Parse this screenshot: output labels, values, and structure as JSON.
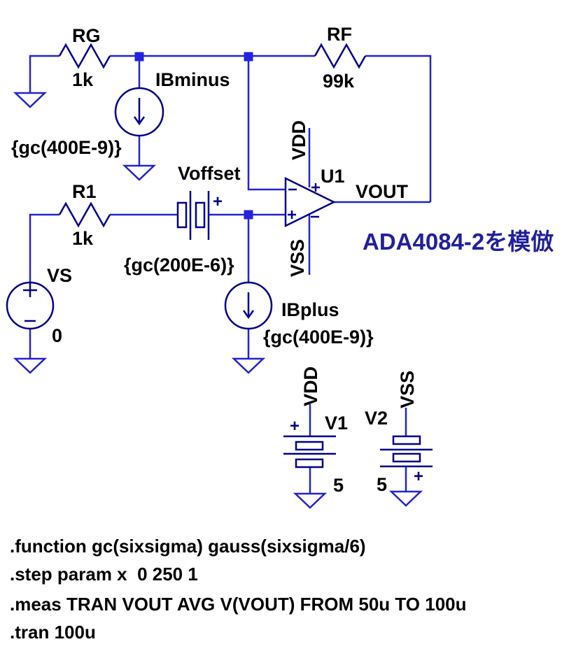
{
  "colors": {
    "wire": "#2323cf",
    "symbol": "#00008b",
    "junction": "#2323e0",
    "label_text": "#000000",
    "annotation_text": "#20209e",
    "background": "#ffffff"
  },
  "components": {
    "rg": {
      "name": "RG",
      "value": "1k"
    },
    "rf": {
      "name": "RF",
      "value": "99k"
    },
    "r1": {
      "name": "R1",
      "value": "1k"
    },
    "ibminus": {
      "name": "IBminus",
      "value": "{gc(400E-9)}"
    },
    "ibplus": {
      "name": "IBplus",
      "value": "{gc(400E-9)}"
    },
    "voffset": {
      "name": "Voffset",
      "value": "{gc(200E-6)}",
      "polarity": "+"
    },
    "vs": {
      "name": "VS",
      "value": "0"
    },
    "v1": {
      "name": "V1",
      "value": "5",
      "polarity": "+",
      "net": "VDD"
    },
    "v2": {
      "name": "V2",
      "value": "5",
      "polarity": "+",
      "net": "VSS"
    },
    "opamp": {
      "designator": "U1",
      "output_net": "VOUT",
      "vdd_net": "VDD",
      "vss_net": "VSS"
    }
  },
  "annotation": {
    "text": "ADA4084-2を模倣"
  },
  "directives": [
    ".function gc(sixsigma) gauss(sixsigma/6)",
    ".step param x  0 250 1",
    ".meas TRAN VOUT AVG V(VOUT) FROM 50u TO 100u",
    ".tran 100u"
  ]
}
